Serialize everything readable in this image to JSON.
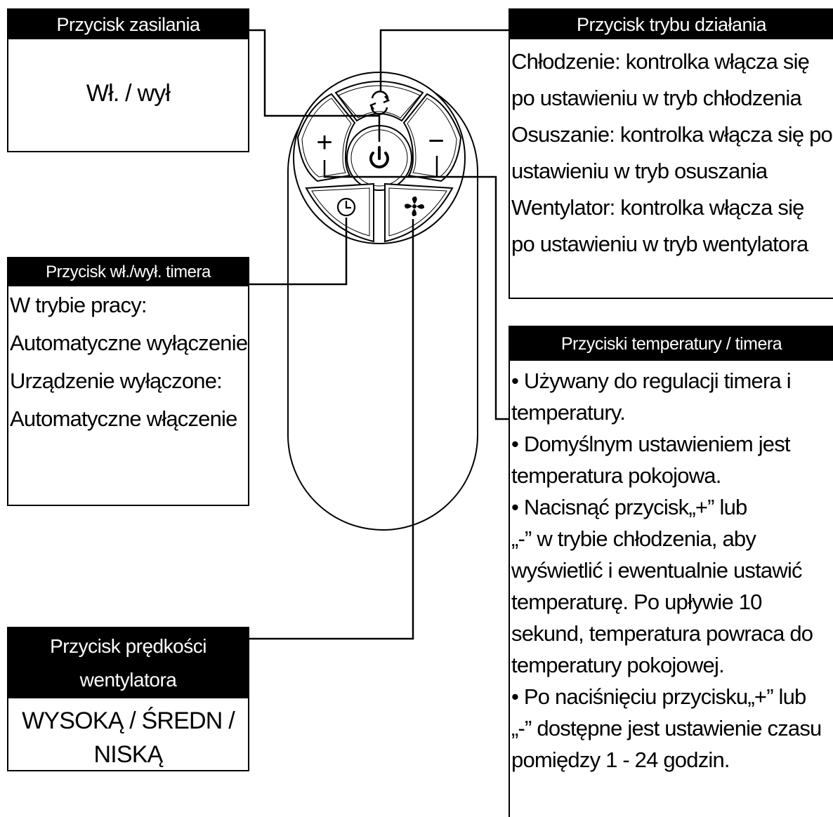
{
  "power": {
    "title": "Przycisk zasilania",
    "text": "Wł. / wył"
  },
  "mode": {
    "title": "Przycisk trybu działania",
    "lines": [
      "Chłodzenie: kontrolka włącza się",
      "po ustawieniu w tryb chłodzenia",
      "Osuszanie: kontrolka włącza się po",
      "ustawieniu w tryb osuszania",
      "Wentylator: kontrolka włącza się",
      "po ustawieniu w tryb wentylatora"
    ]
  },
  "timer": {
    "title": "Przycisk wł./wył. timera",
    "lines": [
      "W trybie pracy:",
      "Automatyczne wyłączenie",
      "Urządzenie wyłączone:",
      "Automatyczne włączenie"
    ]
  },
  "temp": {
    "title": "Przyciski temperatury / timera",
    "lines": [
      "• Używany do regulacji timera i",
      "temperatury.",
      "• Domyślnym ustawieniem jest",
      "temperatura pokojowa.",
      "• Nacisnąć przycisk„+” lub",
      "„-” w trybie chłodzenia, aby",
      "wyświetlić i ewentualnie ustawić",
      "temperaturę. Po upływie 10",
      "sekund, temperatura powraca do",
      "temperatury pokojowej.",
      "• Po naciśnięciu przycisku„+” lub",
      "„-” dostępne jest ustawienie czasu",
      "pomiędzy 1 - 24 godzin."
    ]
  },
  "fan": {
    "title_line1": "Przycisk prędkości",
    "title_line2": "wentylatora",
    "text_line1": "WYSOKĄ / ŚREDN /",
    "text_line2": "NISKĄ"
  },
  "remote": {
    "plus_symbol": "+",
    "minus_symbol": "−"
  },
  "icons": [
    "mode-cycle-icon",
    "power-icon",
    "plus-icon",
    "minus-icon",
    "timer-clock-icon",
    "fan-icon"
  ],
  "colors": {
    "ink": "#000000",
    "paper": "#ffffff"
  }
}
